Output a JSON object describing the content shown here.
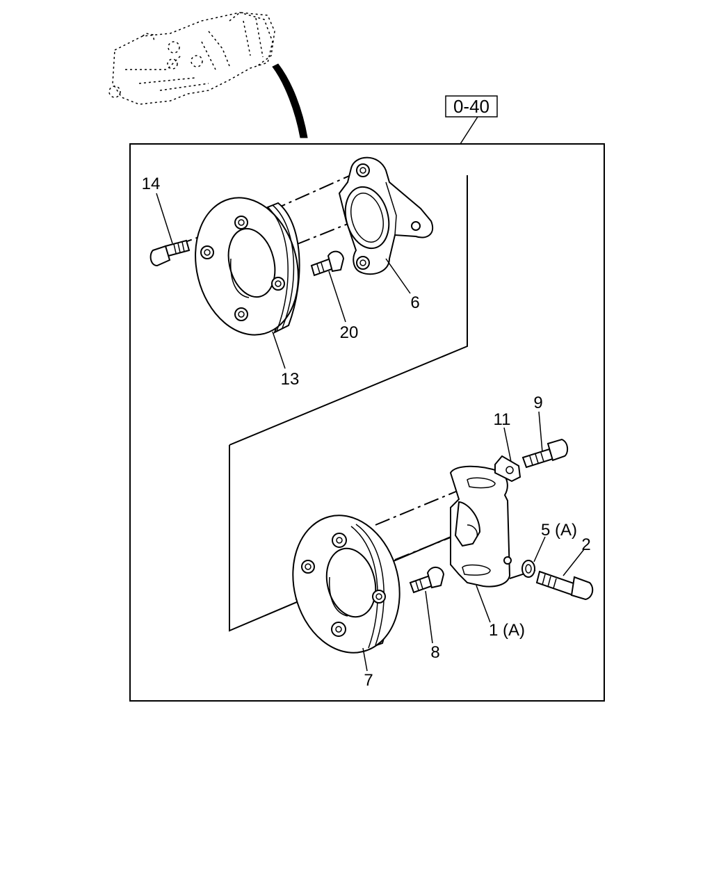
{
  "diagram": {
    "reference_label": "0-40",
    "callouts": {
      "c14": "14",
      "c13": "13",
      "c20": "20",
      "c6": "6",
      "c11": "11",
      "c9": "9",
      "c5": "5 (A)",
      "c2": "2",
      "c1": "1 (A)",
      "c8": "8",
      "c7": "7"
    }
  }
}
